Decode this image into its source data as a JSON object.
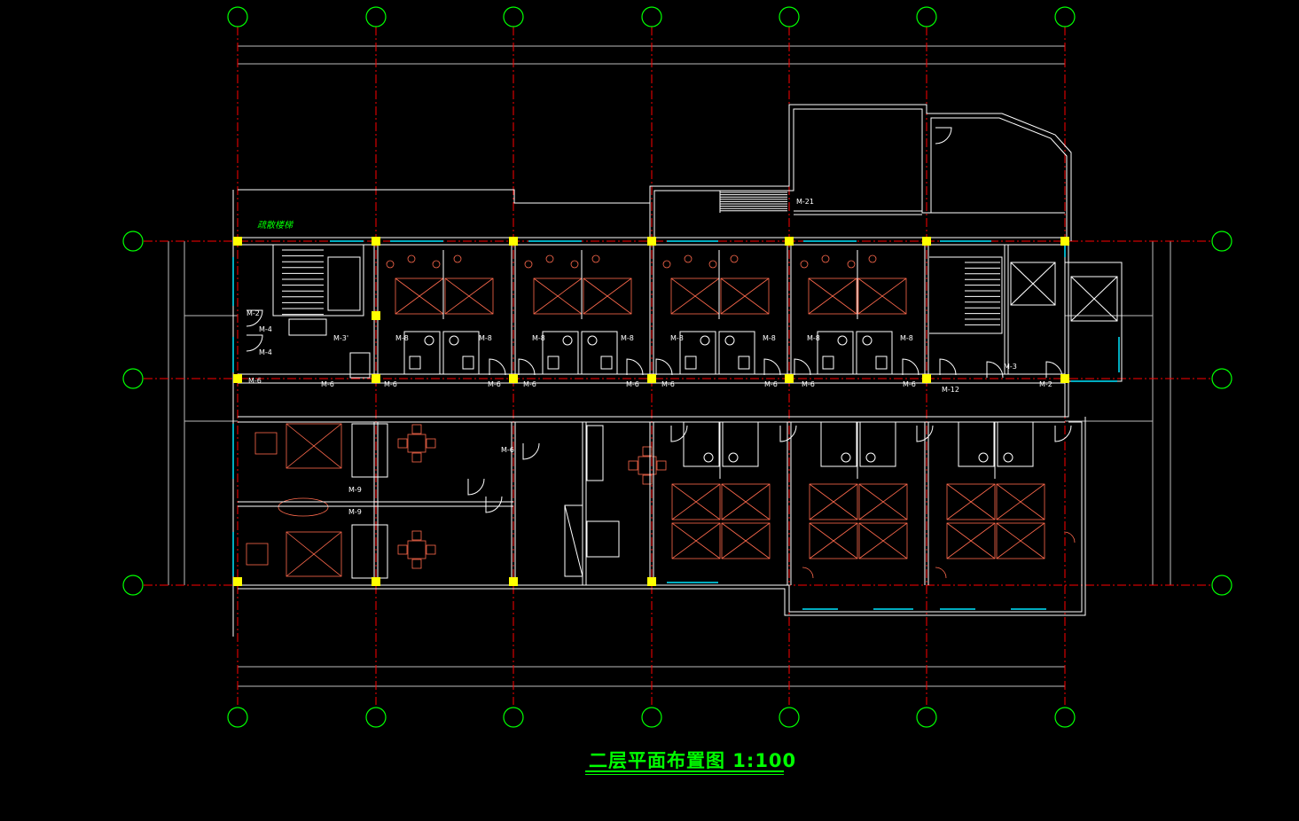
{
  "drawing": {
    "title": "二层平面布置图 1:100",
    "stair_label": "疏散楼梯",
    "colors": {
      "background": "#000000",
      "axis": "#ff0000",
      "axis_bubble": "#00ff00",
      "wall": "#ffffff",
      "furniture": "#ff6a4d",
      "window": "#00e5ff",
      "column": "#ffff00",
      "title": "#00ff00"
    },
    "door_tags": [
      "M-2",
      "M-4",
      "M-4",
      "M-3'",
      "M-6",
      "M-6",
      "M-6",
      "M-6",
      "M-6",
      "M-6",
      "M-6",
      "M-6",
      "M-6",
      "M-6",
      "M-6",
      "M-8",
      "M-8",
      "M-8",
      "M-8",
      "M-8",
      "M-8",
      "M-8",
      "M-8",
      "M-9",
      "M-9",
      "M-3",
      "M-2",
      "M-12",
      "M-21"
    ]
  }
}
